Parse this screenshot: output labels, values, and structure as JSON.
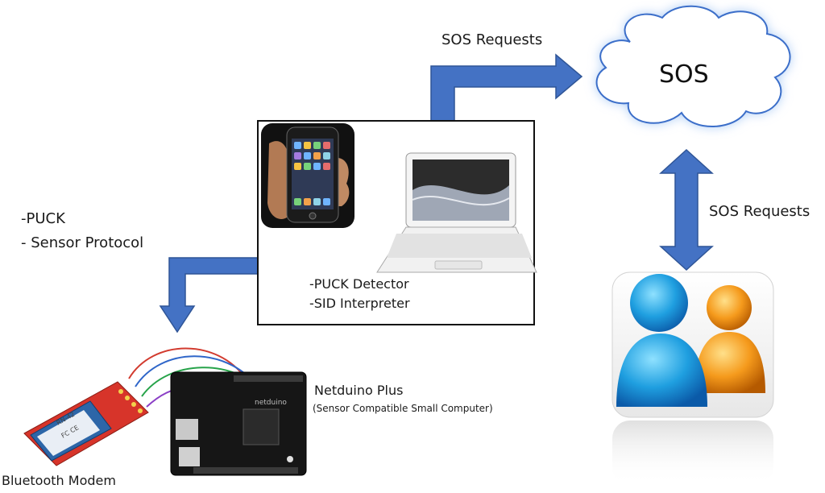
{
  "labels": {
    "puck_protocol": [
      "-PUCK",
      "- Sensor Protocol"
    ],
    "sos_requests_top": "SOS Requests",
    "sos_requests_right": "SOS Requests",
    "cloud": "SOS",
    "hub_functions": [
      "-PUCK Detector",
      "-SID Interpreter"
    ],
    "netduino_title": "Netduino Plus",
    "netduino_subtitle": "(Sensor Compatible Small Computer)",
    "bluetooth": "Bluetooth Modem"
  },
  "board": {
    "modem_markings": [
      "RN-42",
      "FC CE"
    ],
    "netduino_brand": "netduino"
  },
  "colors": {
    "arrow_fill": "#4472c4",
    "arrow_stroke": "#2f5597",
    "cloud_glow": "#a6c8f5",
    "cloud_stroke": "#3b6ec9",
    "user_blue": "#1f9fe0",
    "user_orange": "#f59a1c",
    "board_black": "#161616",
    "modem_red": "#d7342a"
  },
  "icons": {
    "phone": "iphone-in-hand-icon",
    "laptop": "laptop-icon",
    "users": "users-icon",
    "cloud": "cloud-icon",
    "modem": "bluetooth-modem-board",
    "netduino": "netduino-board"
  }
}
